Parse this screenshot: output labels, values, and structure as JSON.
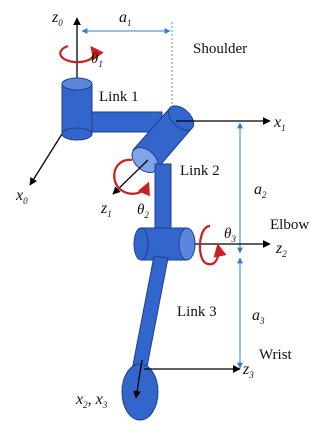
{
  "labels": {
    "shoulder": "Shoulder",
    "elbow": "Elbow",
    "wrist": "Wrist",
    "link1": "Link 1",
    "link2": "Link 2",
    "link3": "Link 3"
  },
  "symbols": {
    "z0": {
      "base": "z",
      "sub": "0"
    },
    "x0": {
      "base": "x",
      "sub": "0"
    },
    "a1": {
      "base": "a",
      "sub": "1"
    },
    "theta1": {
      "base": "θ",
      "sub": "1"
    },
    "x1": {
      "base": "x",
      "sub": "1"
    },
    "z1": {
      "base": "z",
      "sub": "1"
    },
    "theta2": {
      "base": "θ",
      "sub": "2"
    },
    "a2": {
      "base": "a",
      "sub": "2"
    },
    "theta3": {
      "base": "θ",
      "sub": "3"
    },
    "z2": {
      "base": "z",
      "sub": "2"
    },
    "a3": {
      "base": "a",
      "sub": "3"
    },
    "z3": {
      "base": "z",
      "sub": "3"
    },
    "x2": {
      "base": "x",
      "sub": "2"
    },
    "x3": {
      "base": "x",
      "sub": "3"
    },
    "comma": ","
  },
  "colors": {
    "link_blue": "#3366cc",
    "link_dark": "#1f3f8f",
    "rotation_red": "#cc1f1f",
    "dimension_blue": "#2f7fd6",
    "axis_black": "#000000"
  }
}
